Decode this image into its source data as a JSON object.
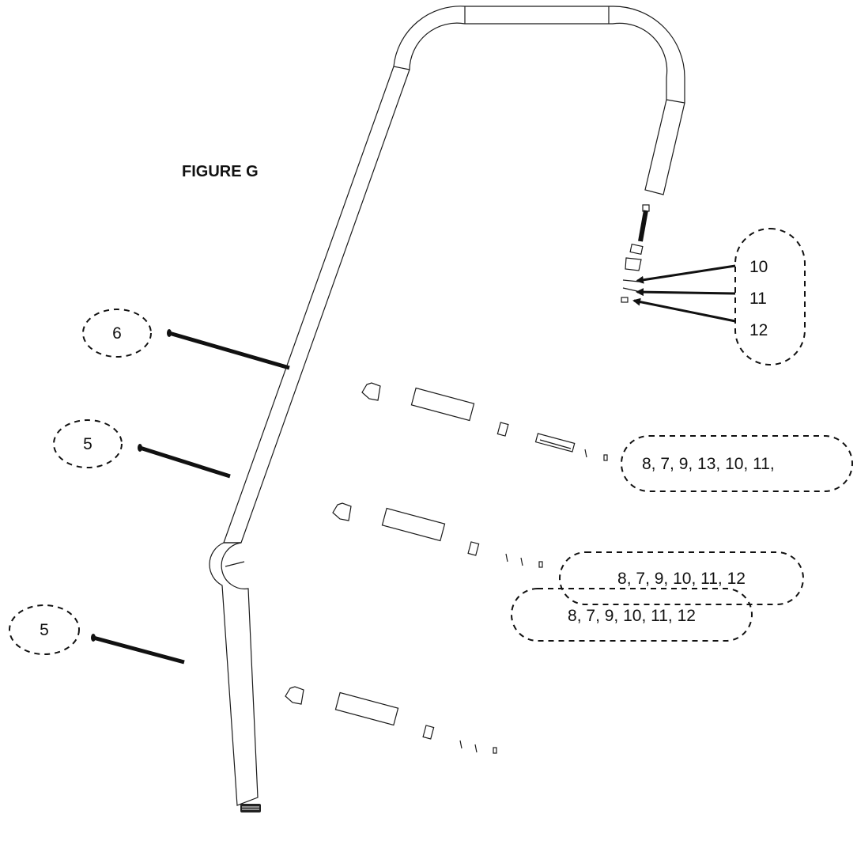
{
  "figure": {
    "title": "FIGURE G"
  },
  "callouts": {
    "bolt_upper": "6",
    "bolt_middle": "5",
    "bolt_lower": "5",
    "stack_top_a": "10",
    "stack_top_b": "11",
    "stack_top_c": "12",
    "hardware_row_1": "8, 7, 9, 13, 10, 11,",
    "hardware_row_2": "8, 7, 9, 10, 11, 12",
    "hardware_row_3": "8, 7, 9, 10, 11, 12"
  },
  "colors": {
    "line": "#1a1a1a",
    "background": "#ffffff"
  }
}
